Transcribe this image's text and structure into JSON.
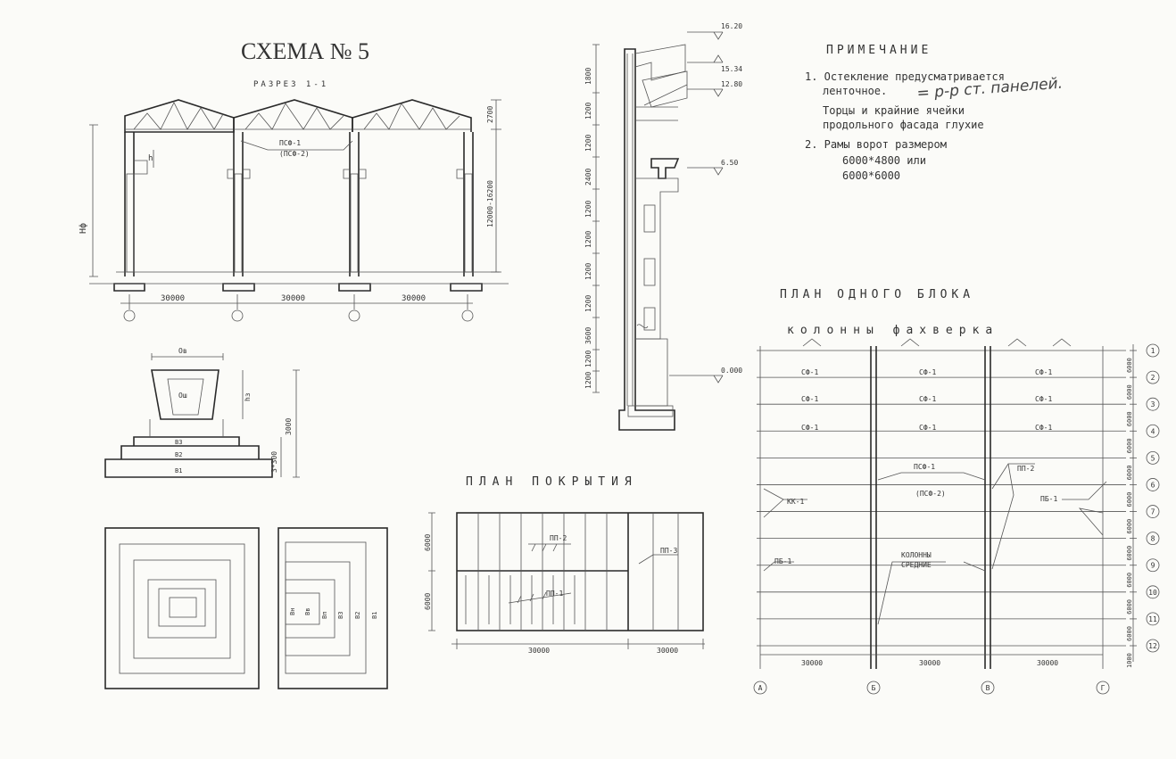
{
  "sheet": {
    "title": "СХЕМА № 5",
    "section_label": "РАЗРЕЗ 1-1"
  },
  "section": {
    "height_label": "Нф",
    "truss_height": "2700",
    "column_height": "12000-16200",
    "h_label": "h",
    "beam_label_1": "ПСФ-1",
    "beam_label_2": "(ПСФ-2)",
    "spans": [
      "30000",
      "30000",
      "30000"
    ]
  },
  "wall": {
    "levels": [
      "16.20",
      "15.34",
      "12.80",
      "6.50",
      "0.000"
    ],
    "panel_dims": [
      "1800",
      "1200",
      "1200",
      "2400",
      "1200",
      "1200",
      "1200",
      "1200",
      "3600",
      "1200",
      "1200"
    ]
  },
  "notes": {
    "heading": "ПРИМЕЧАНИЕ",
    "item1_l1": "1. Остекление предусматривается",
    "item1_l2": "ленточное.",
    "item1_hand": "= р-р ст. панелей.",
    "item1_l3": "Торцы и крайние ячейки",
    "item1_l4": "продольного фасада глухие",
    "item2_l1": "2. Рамы ворот размером",
    "item2_l2": "6000*4800 или",
    "item2_l3": "6000*6000"
  },
  "foundation": {
    "top_width": "Ов",
    "col_width": "Ош",
    "depth": "hз",
    "total_height": "3000",
    "step_height": "3*300",
    "steps": [
      "В3",
      "В2",
      "В1"
    ]
  },
  "foundation_plan": {
    "labels": [
      "Вн",
      "Вв",
      "Вп",
      "В3",
      "В2",
      "В1"
    ]
  },
  "roof_plan": {
    "title": "ПЛАН ПОКРЫТИЯ",
    "labels": [
      "ПП-2",
      "ПП-1",
      "ПП-3"
    ],
    "dims_v": [
      "6000",
      "6000"
    ],
    "dims_h": [
      "30000",
      "30000"
    ]
  },
  "block_plan": {
    "title": "ПЛАН ОДНОГО БЛОКА",
    "subtitle": "колонны фахверка",
    "sf_rows": [
      [
        "СФ-1",
        "СФ-1",
        "СФ-1"
      ],
      [
        "СФ-1",
        "СФ-1",
        "СФ-1"
      ],
      [
        "СФ-1",
        "СФ-1",
        "СФ-1"
      ]
    ],
    "labels": {
      "psf1": "ПСФ-1",
      "psf2": "(ПСФ-2)",
      "pp2": "ПП-2",
      "pb1r": "ПБ-1",
      "kk1": "КК-1",
      "pb1l": "ПБ-1",
      "col1": "КОЛОННЫ",
      "col2": "СРЕДНИЕ"
    },
    "row_axes": [
      "1",
      "2",
      "3",
      "4",
      "5",
      "6",
      "7",
      "8",
      "9",
      "10",
      "11",
      "12"
    ],
    "col_axes": [
      "А",
      "Б",
      "В",
      "Г"
    ],
    "right_dims": [
      "6000",
      "6000",
      "6000",
      "6000",
      "6000",
      "6000",
      "6000",
      "6000",
      "6000",
      "6000",
      "6000",
      "1000"
    ],
    "bottom_dims": [
      "30000",
      "30000",
      "30000"
    ]
  }
}
